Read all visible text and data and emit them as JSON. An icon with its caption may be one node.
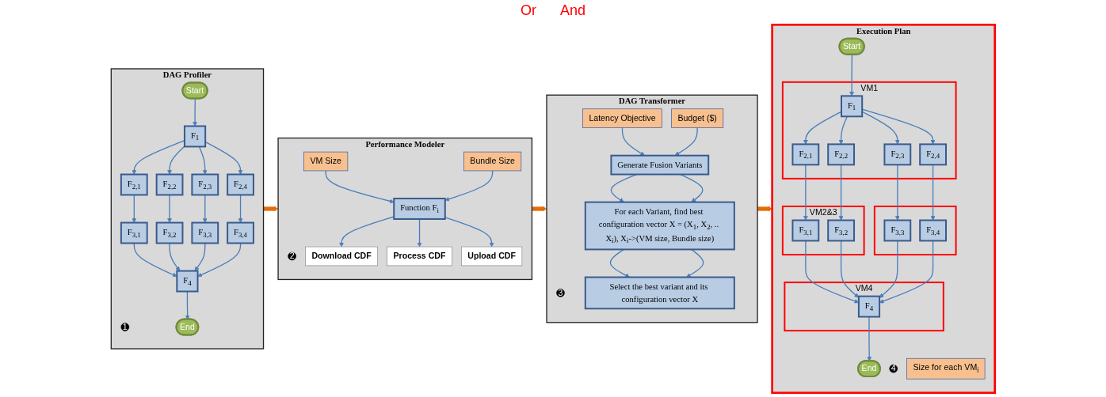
{
  "diagram": {
    "nodes": [
      {
        "text": [
          "DAG Profiler"
        ]
      },
      {
        "text": [
          "1"
        ],
        "in": 0
      },
      {
        "text": [
          "Start"
        ],
        "in": 0
      },
      {
        "text": [
          "F$_{1}$"
        ],
        "in": 0
      },
      {
        "text": [
          "F$_{2,1}$"
        ],
        "in": 0
      },
      {
        "text": [
          "F$_{2,2}$"
        ],
        "in": 0
      },
      {
        "text": [
          "F$_{2,3}$"
        ],
        "in": 0
      },
      {
        "text": [
          "F$_{2,4}$"
        ],
        "in": 0
      },
      {
        "text": [
          "F$_{3,1}$"
        ],
        "in": 0
      },
      {
        "text": [
          "F$_{3,2}$"
        ],
        "in": 0
      },
      {
        "text": [
          "F$_{3,3}$"
        ],
        "in": 0
      },
      {
        "text": [
          "F$_{3,4}$"
        ],
        "in": 0
      },
      {
        "text": [
          "F$_{4}$"
        ],
        "in": 0
      },
      {
        "text": [
          "End"
        ],
        "in": 0
      },
      {
        "text": [
          "Performance Modeler"
        ]
      },
      {
        "text": [
          "2"
        ],
        "in": 14
      },
      {
        "text": [
          "VM Size"
        ],
        "in": 14
      },
      {
        "text": [
          "Bundle Size"
        ],
        "in": 14
      },
      {
        "text": [
          "Function F$_{i}$"
        ],
        "in": 14
      },
      {
        "text": [
          "Download CDF"
        ],
        "in": 14
      },
      {
        "text": [
          "Process CDF"
        ],
        "in": 14
      },
      {
        "text": [
          "Upload CDF"
        ],
        "in": 14
      },
      {
        "text": [
          "DAG Transformer"
        ]
      },
      {
        "text": [
          "3"
        ],
        "in": 22
      },
      {
        "text": [
          "Latency Objective"
        ],
        "in": 22
      },
      {
        "text": [
          "Budget ($)"
        ],
        "in": 22
      },
      {
        "text": [
          "Generate Fusion Variants"
        ],
        "in": 22
      },
      {
        "text": [
          "For each Variant, find best configuration vector X = (X$_{1}$, X$_{2}$, .. X$_{i}$), X$_{i}$->(VM size, Bundle size)"
        ],
        "in": 22
      },
      {
        "text": [
          "Select the best variant and its configuration vector X"
        ],
        "in": 22
      },
      {
        "text": [
          "Execution Plan"
        ]
      },
      {
        "text": [
          "4"
        ],
        "in": 29
      },
      {
        "text": [
          "Start"
        ],
        "in": 29
      },
      {
        "text": [
          "VM1"
        ],
        "in": 29
      },
      {
        "text": [
          "F$_{1}$"
        ],
        "in": 32
      },
      {
        "text": [
          "F$_{2,1}$"
        ],
        "in": 32
      },
      {
        "text": [
          "F$_{2,2}$"
        ],
        "in": 32
      },
      {
        "text": [
          "F$_{2,3}$"
        ],
        "in": 32
      },
      {
        "text": [
          "F$_{2,4}$"
        ],
        "in": 32
      },
      {
        "text": [
          "VM2&3"
        ],
        "in": 29
      },
      {
        "text": [
          "F$_{3,1}$"
        ],
        "in": 38
      },
      {
        "text": [
          "F$_{3,2}$"
        ],
        "in": 38
      },
      {
        "text": [],
        "shape": "box",
        "in": 29
      },
      {
        "text": [
          "F$_{3,3}$"
        ],
        "in": 41
      },
      {
        "text": [
          "F$_{3,4}$"
        ],
        "in": 41
      },
      {
        "text": [
          "VM4"
        ],
        "in": 29
      },
      {
        "text": [
          "F$_{4}$"
        ],
        "in": 44
      },
      {
        "text": [
          "End"
        ],
        "in": 29
      },
      {
        "text": [
          "Size for each VM$_{i}$"
        ],
        "in": 29
      }
    ],
    "edges": [
      {
        "from": 2,
        "to": 3,
        "arrow": "to"
      },
      {
        "from": 3,
        "to": 4,
        "arrow": "to"
      },
      {
        "from": 3,
        "to": 5,
        "arrow": "to"
      },
      {
        "from": 3,
        "to": 6,
        "arrow": "to"
      },
      {
        "from": 3,
        "to": 7,
        "arrow": "to"
      },
      {
        "from": 4,
        "to": 8,
        "arrow": "to"
      },
      {
        "from": 5,
        "to": 9,
        "arrow": "to"
      },
      {
        "from": 6,
        "to": 10,
        "arrow": "to"
      },
      {
        "from": 7,
        "to": 11,
        "arrow": "to"
      },
      {
        "from": 8,
        "to": 12,
        "arrow": "to"
      },
      {
        "from": 9,
        "to": 12,
        "arrow": "to"
      },
      {
        "from": 10,
        "to": 12,
        "arrow": "to"
      },
      {
        "from": 11,
        "to": 12,
        "arrow": "to"
      },
      {
        "from": 12,
        "to": 13,
        "arrow": "to"
      },
      {
        "from": 0,
        "to": 14,
        "arrow": "to",
        "style": "thick",
        "color": "#e36c09"
      },
      {
        "from": 16,
        "to": 18,
        "arrow": "to"
      },
      {
        "from": 17,
        "to": 18,
        "arrow": "to"
      },
      {
        "from": 18,
        "to": 19,
        "arrow": "to"
      },
      {
        "from": 18,
        "to": 20,
        "arrow": "to"
      },
      {
        "from": 18,
        "to": 21,
        "arrow": "to"
      },
      {
        "from": 14,
        "to": 22,
        "arrow": "to",
        "style": "thick",
        "color": "#e36c09"
      },
      {
        "from": 24,
        "to": 26,
        "arrow": "to"
      },
      {
        "from": 25,
        "to": 26,
        "arrow": "to"
      },
      {
        "from": 26,
        "to": 27,
        "arrow": "to"
      },
      {
        "from": 26,
        "to": 27,
        "arrow": "to"
      },
      {
        "from": 27,
        "to": 28,
        "arrow": "to"
      },
      {
        "from": 27,
        "to": 28,
        "arrow": "to"
      },
      {
        "from": 22,
        "to": 29,
        "arrow": "to",
        "style": "thick",
        "color": "#e36c09"
      },
      {
        "from": 31,
        "to": 33,
        "arrow": "to"
      },
      {
        "from": 33,
        "to": 34,
        "arrow": "to"
      },
      {
        "from": 33,
        "to": 35,
        "arrow": "to"
      },
      {
        "from": 33,
        "to": 36,
        "arrow": "to"
      },
      {
        "from": 33,
        "to": 37,
        "arrow": "to"
      },
      {
        "from": 34,
        "to": 39,
        "arrow": "to"
      },
      {
        "from": 35,
        "to": 40,
        "arrow": "to"
      },
      {
        "from": 36,
        "to": 42,
        "arrow": "to"
      },
      {
        "from": 37,
        "to": 43,
        "arrow": "to"
      },
      {
        "from": 39,
        "to": 45,
        "arrow": "to"
      },
      {
        "from": 40,
        "to": 45,
        "arrow": "to"
      },
      {
        "from": 42,
        "to": 45,
        "arrow": "to"
      },
      {
        "from": 43,
        "to": 45,
        "arrow": "to"
      },
      {
        "from": 45,
        "to": 46,
        "arrow": "to"
      }
    ],
    "labels": [
      "Or",
      "And"
    ]
  }
}
